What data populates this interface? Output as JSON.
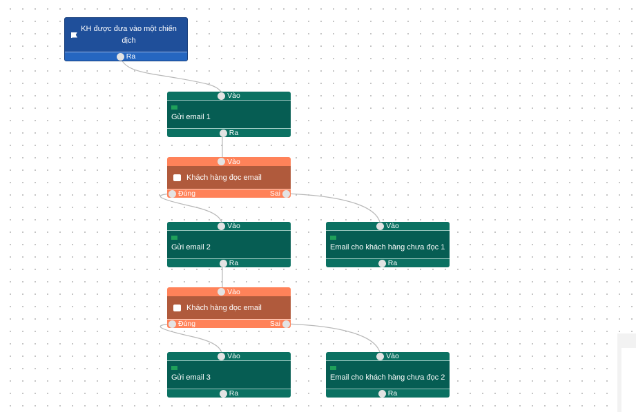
{
  "colors": {
    "start": "#1f4f9a",
    "email": "#065d53",
    "condition": "#b05a3c",
    "condition_port": "#ff8259"
  },
  "start": {
    "icon": "flag-icon",
    "title": "KH được đưa vào một chiến dịch",
    "out": "Ra"
  },
  "email1": {
    "icon": "envelope-icon",
    "in": "Vào",
    "title": "Gửi email 1",
    "out": "Ra"
  },
  "cond1": {
    "icon": "open-envelope-icon",
    "in": "Vào",
    "title": "Khách hàng đọc email",
    "yes": "Đúng",
    "no": "Sai"
  },
  "email2": {
    "in": "Vào",
    "title": "Gửi email 2",
    "out": "Ra"
  },
  "unread1": {
    "in": "Vào",
    "title": "Email cho khách hàng chưa đọc 1",
    "out": "Ra"
  },
  "cond2": {
    "in": "Vào",
    "title": "Khách hàng đọc email",
    "yes": "Đúng",
    "no": "Sai"
  },
  "email3": {
    "in": "Vào",
    "title": "Gửi email 3",
    "out": "Ra"
  },
  "unread2": {
    "in": "Vào",
    "title": "Email cho khách hàng chưa đọc 2",
    "out": "Ra"
  }
}
